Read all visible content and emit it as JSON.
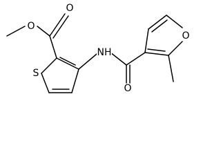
{
  "atoms": {
    "ester_carbonyl_o": "O",
    "ester_single_o": "O",
    "thiophene_s": "S",
    "amide_n": "NH",
    "amide_carbonyl_o": "O",
    "furan_o": "O"
  }
}
